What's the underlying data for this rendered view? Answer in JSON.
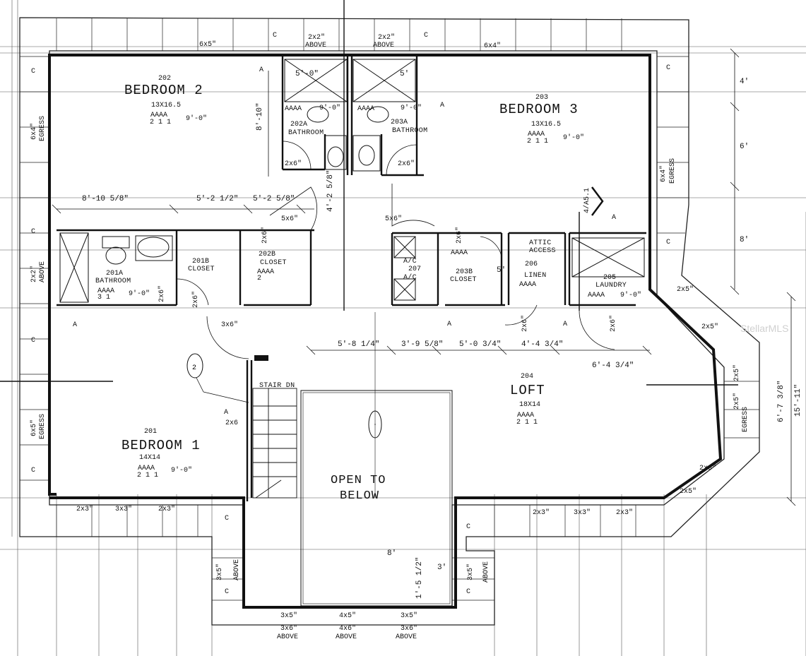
{
  "rooms": {
    "bedroom2": {
      "num": "202",
      "name": "BEDROOM 2",
      "size": "13X16.5",
      "ceiling": "9'-0\""
    },
    "bedroom3": {
      "num": "203",
      "name": "BEDROOM 3",
      "size": "13X16.5",
      "ceiling": "9'-0\""
    },
    "bath202a": {
      "num": "202A",
      "name": "BATHROOM",
      "ceiling": "9'-0\""
    },
    "bath203a": {
      "num": "203A",
      "name": "BATHROOM",
      "ceiling": "9'-0\""
    },
    "bath201a": {
      "num": "201A",
      "name": "BATHROOM",
      "ceiling": "9'-0\""
    },
    "closet201b": {
      "num": "201B",
      "name": "CLOSET"
    },
    "closet202b": {
      "num": "202B",
      "name": "CLOSET"
    },
    "ac207": {
      "num": "207",
      "name": "A/C",
      "name2": "A/C"
    },
    "closet203b": {
      "num": "203B",
      "name": "CLOSET"
    },
    "linen206": {
      "num": "206",
      "name": "LINEN",
      "attic1": "ATTIC",
      "attic2": "ACCESS"
    },
    "laundry205": {
      "num": "205",
      "name": "LAUNDRY",
      "ceiling": "9'-0\""
    },
    "loft204": {
      "num": "204",
      "name": "LOFT",
      "size": "18X14"
    },
    "bedroom1": {
      "num": "201",
      "name": "BEDROOM 1",
      "size": "14X14",
      "ceiling": "9'-0\""
    },
    "open": {
      "line1": "OPEN TO",
      "line2": "BELOW"
    }
  },
  "labels": {
    "stair": "STAIR DN",
    "egress": "EGRESS",
    "above": "ABOVE",
    "tag_a": "A",
    "tag_c": "C",
    "aaaa": "AAAA",
    "sub_211": "2 1 1",
    "sub_31": "3 1",
    "sub_2": "2",
    "marker2": "2",
    "a5": "4/A5.1",
    "watermark": "StellarMLS"
  },
  "windows": {
    "w6x5a": "6x5\"",
    "w2x2a": "2x2\"",
    "w2x2b": "2x2\"",
    "w6x4": "6x4\"",
    "w6x4e": "6x4\"",
    "w6x4e2": "6x4\"",
    "w2x2l": "2x2\"",
    "w6x5e": "6x5\"",
    "w2x3a": "2x3\"",
    "w3x3a": "3x3\"",
    "w2x3b": "2x3\"",
    "w2x3c": "2x3\"",
    "w3x3b": "3x3\"",
    "w2x3d": "2x3\"",
    "w3x5a": "3x5\"",
    "w4x5": "4x5\"",
    "w3x5b": "3x5\"",
    "w3x6a": "3x6\"",
    "w4x6": "4x6\"",
    "w3x6b": "3x6\"",
    "w3x5l": "3x5\"",
    "w3x5r": "3x5\"",
    "wb1": "2x5\"",
    "wb2": "2x5\"",
    "wb3": "2x5\"",
    "wb4": "2x5\"",
    "wb5": "2x5\"",
    "wb6": "2x3\""
  },
  "doors": {
    "d1": "2x6\"",
    "d2": "2x6\"",
    "d3": "5x6\"",
    "d4": "5x6\"",
    "d5": "2x6\"",
    "d6": "2x6\"",
    "d7": "2x6\"",
    "d8": "2x6\"",
    "d9": "2x6",
    "d10": "3x6\"",
    "d11": "2x6\"",
    "d12": "2x6\"",
    "d13": "2x6\"",
    "d14": "2x6\""
  },
  "dims": {
    "d_8_10": "8'-10 5/8\"",
    "d_5_2": "5'-2 1/2\"",
    "d_5_2b": "5'-2 5/8\"",
    "d_4_2": "4'-2 5/8\"",
    "d_5_0": "5'-0\"",
    "d_5": "5'",
    "d_8_10v": "8'-10\"",
    "d_5_8": "5'-8 1/4\"",
    "d_3_9": "3'-9 5/8\"",
    "d_5_0b": "5'-0 3/4\"",
    "d_4_4": "4'-4 3/4\"",
    "d_6_4": "6'-4 3/4\"",
    "d_4r": "4'",
    "d_6r": "6'",
    "d_8r": "8'",
    "d_15_11": "15'-11\"",
    "d_6_7": "6'-7 3/8\"",
    "d_8b": "8'",
    "d_3b": "3'",
    "d_1_5": "1'-5 1/2\"",
    "d_5c": "5'"
  }
}
